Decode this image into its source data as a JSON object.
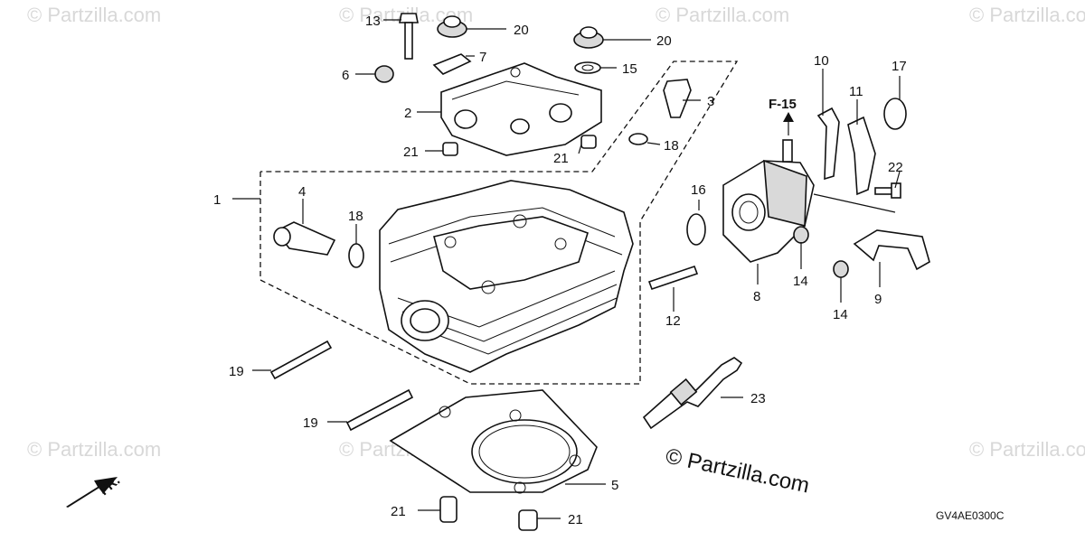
{
  "diagram": {
    "watermark_text": "© Partzilla.com",
    "copyright_text": "© Partzilla.com",
    "figure_code": "GV4AE0300C",
    "reference_arrow": "F-15",
    "front_label": "FR.",
    "callouts": [
      "1",
      "2",
      "3",
      "4",
      "5",
      "6",
      "7",
      "8",
      "9",
      "10",
      "11",
      "12",
      "13",
      "14",
      "14",
      "15",
      "16",
      "17",
      "18",
      "18",
      "19",
      "19",
      "20",
      "20",
      "21",
      "21",
      "21",
      "21",
      "22",
      "23"
    ]
  }
}
